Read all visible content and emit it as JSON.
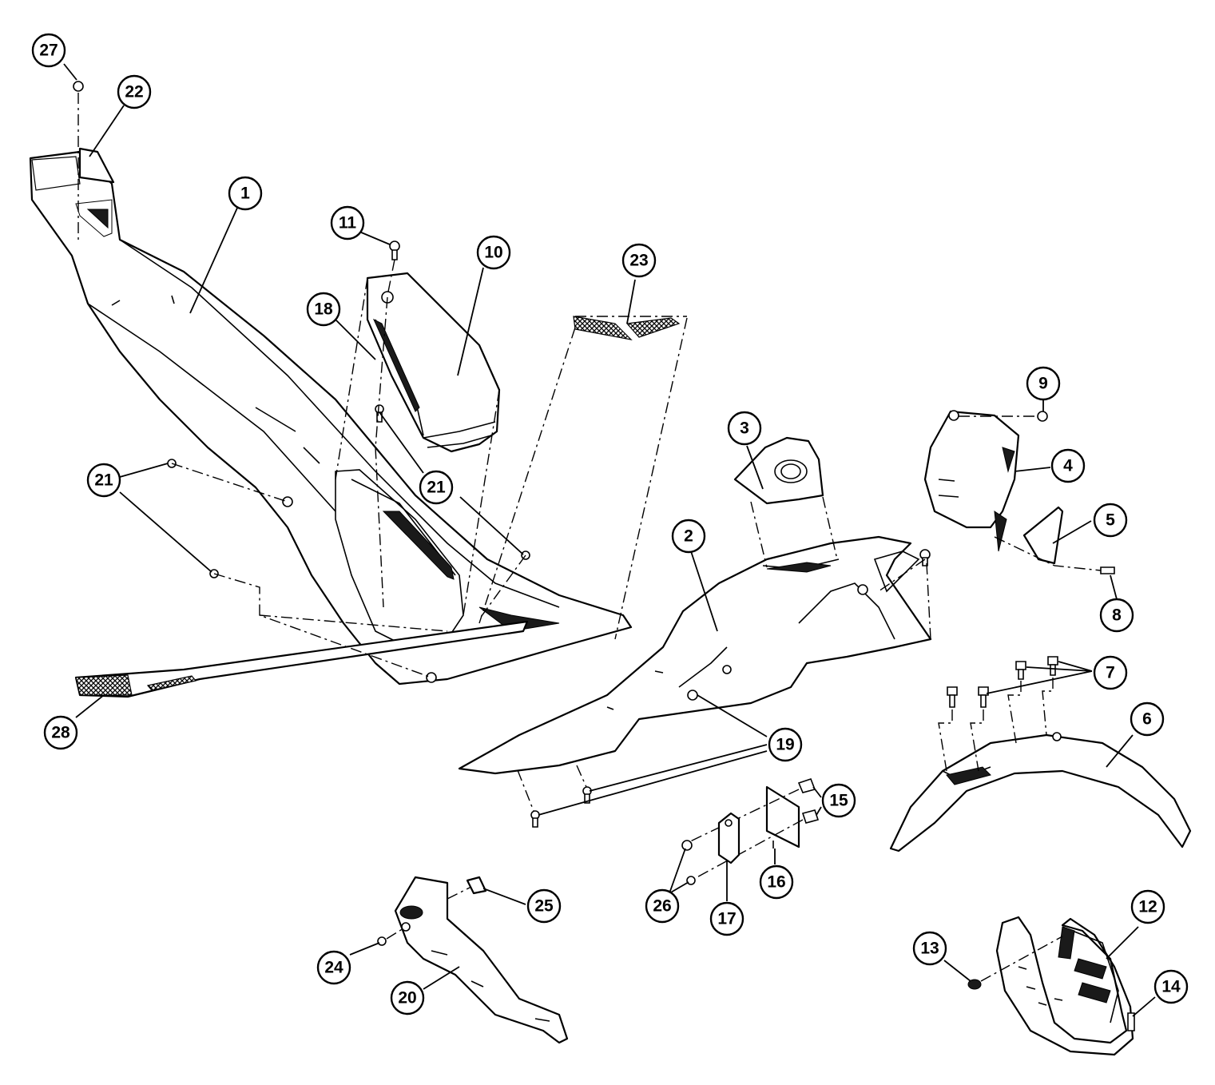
{
  "diagram": {
    "callouts": [
      {
        "label": "27"
      },
      {
        "label": "22"
      },
      {
        "label": "1"
      },
      {
        "label": "11"
      },
      {
        "label": "10"
      },
      {
        "label": "23"
      },
      {
        "label": "18"
      },
      {
        "label": "21"
      },
      {
        "label": "21"
      },
      {
        "label": "28"
      },
      {
        "label": "3"
      },
      {
        "label": "2"
      },
      {
        "label": "9"
      },
      {
        "label": "4"
      },
      {
        "label": "5"
      },
      {
        "label": "8"
      },
      {
        "label": "7"
      },
      {
        "label": "6"
      },
      {
        "label": "19"
      },
      {
        "label": "15"
      },
      {
        "label": "16"
      },
      {
        "label": "17"
      },
      {
        "label": "26"
      },
      {
        "label": "25"
      },
      {
        "label": "24"
      },
      {
        "label": "20"
      },
      {
        "label": "12"
      },
      {
        "label": "13"
      },
      {
        "label": "14"
      }
    ]
  }
}
